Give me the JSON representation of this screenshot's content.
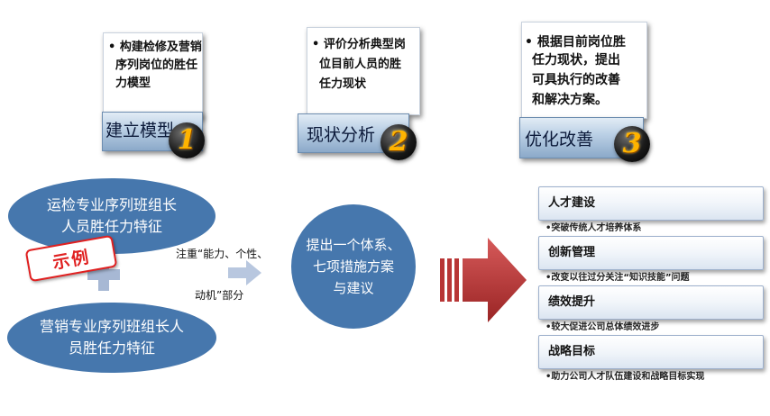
{
  "steps": [
    {
      "desc_lines": [
        "• 构建检修及营销",
        "序列岗位的胜任",
        "力模型"
      ],
      "label": "建立模型",
      "number": "1"
    },
    {
      "desc_lines": [
        "• 评价分析典型岗",
        "位目前人员的胜",
        "任力现状"
      ],
      "label": "现状分析",
      "number": "2"
    },
    {
      "desc_lines": [
        "• 根据目前岗位胜",
        "任力现状，提出",
        "可具执行的改善",
        "和解决方案。"
      ],
      "label": "优化改善",
      "number": "3"
    }
  ],
  "left": {
    "ellipse_top": [
      "运检专业序列班组长",
      "人员胜任力特征"
    ],
    "stamp": "示例",
    "ellipse_bottom": [
      "营销专业序列班组长人",
      "员胜任力特征"
    ],
    "note_line1": "注重“能力、个性、",
    "note_line2": "动机”部分"
  },
  "center": {
    "lines": [
      "提出一个体系、",
      "七项措施方案",
      "与建议"
    ]
  },
  "measures": [
    {
      "title": "人才建设",
      "detail": "•突破传统人才培养体系"
    },
    {
      "title": "创新管理",
      "detail": "•改变以往过分关注“知识技能”问题"
    },
    {
      "title": "绩效提升",
      "detail": "•较大促进公司总体绩效进步"
    },
    {
      "title": "战略目标",
      "detail": "•助力公司人才队伍建设和战略目标实现"
    }
  ],
  "colors": {
    "ellipse_fill": "#4677ad",
    "arrow_red": "#b83636",
    "stamp_red": "#e02020",
    "number_gold": "#ffb400"
  }
}
